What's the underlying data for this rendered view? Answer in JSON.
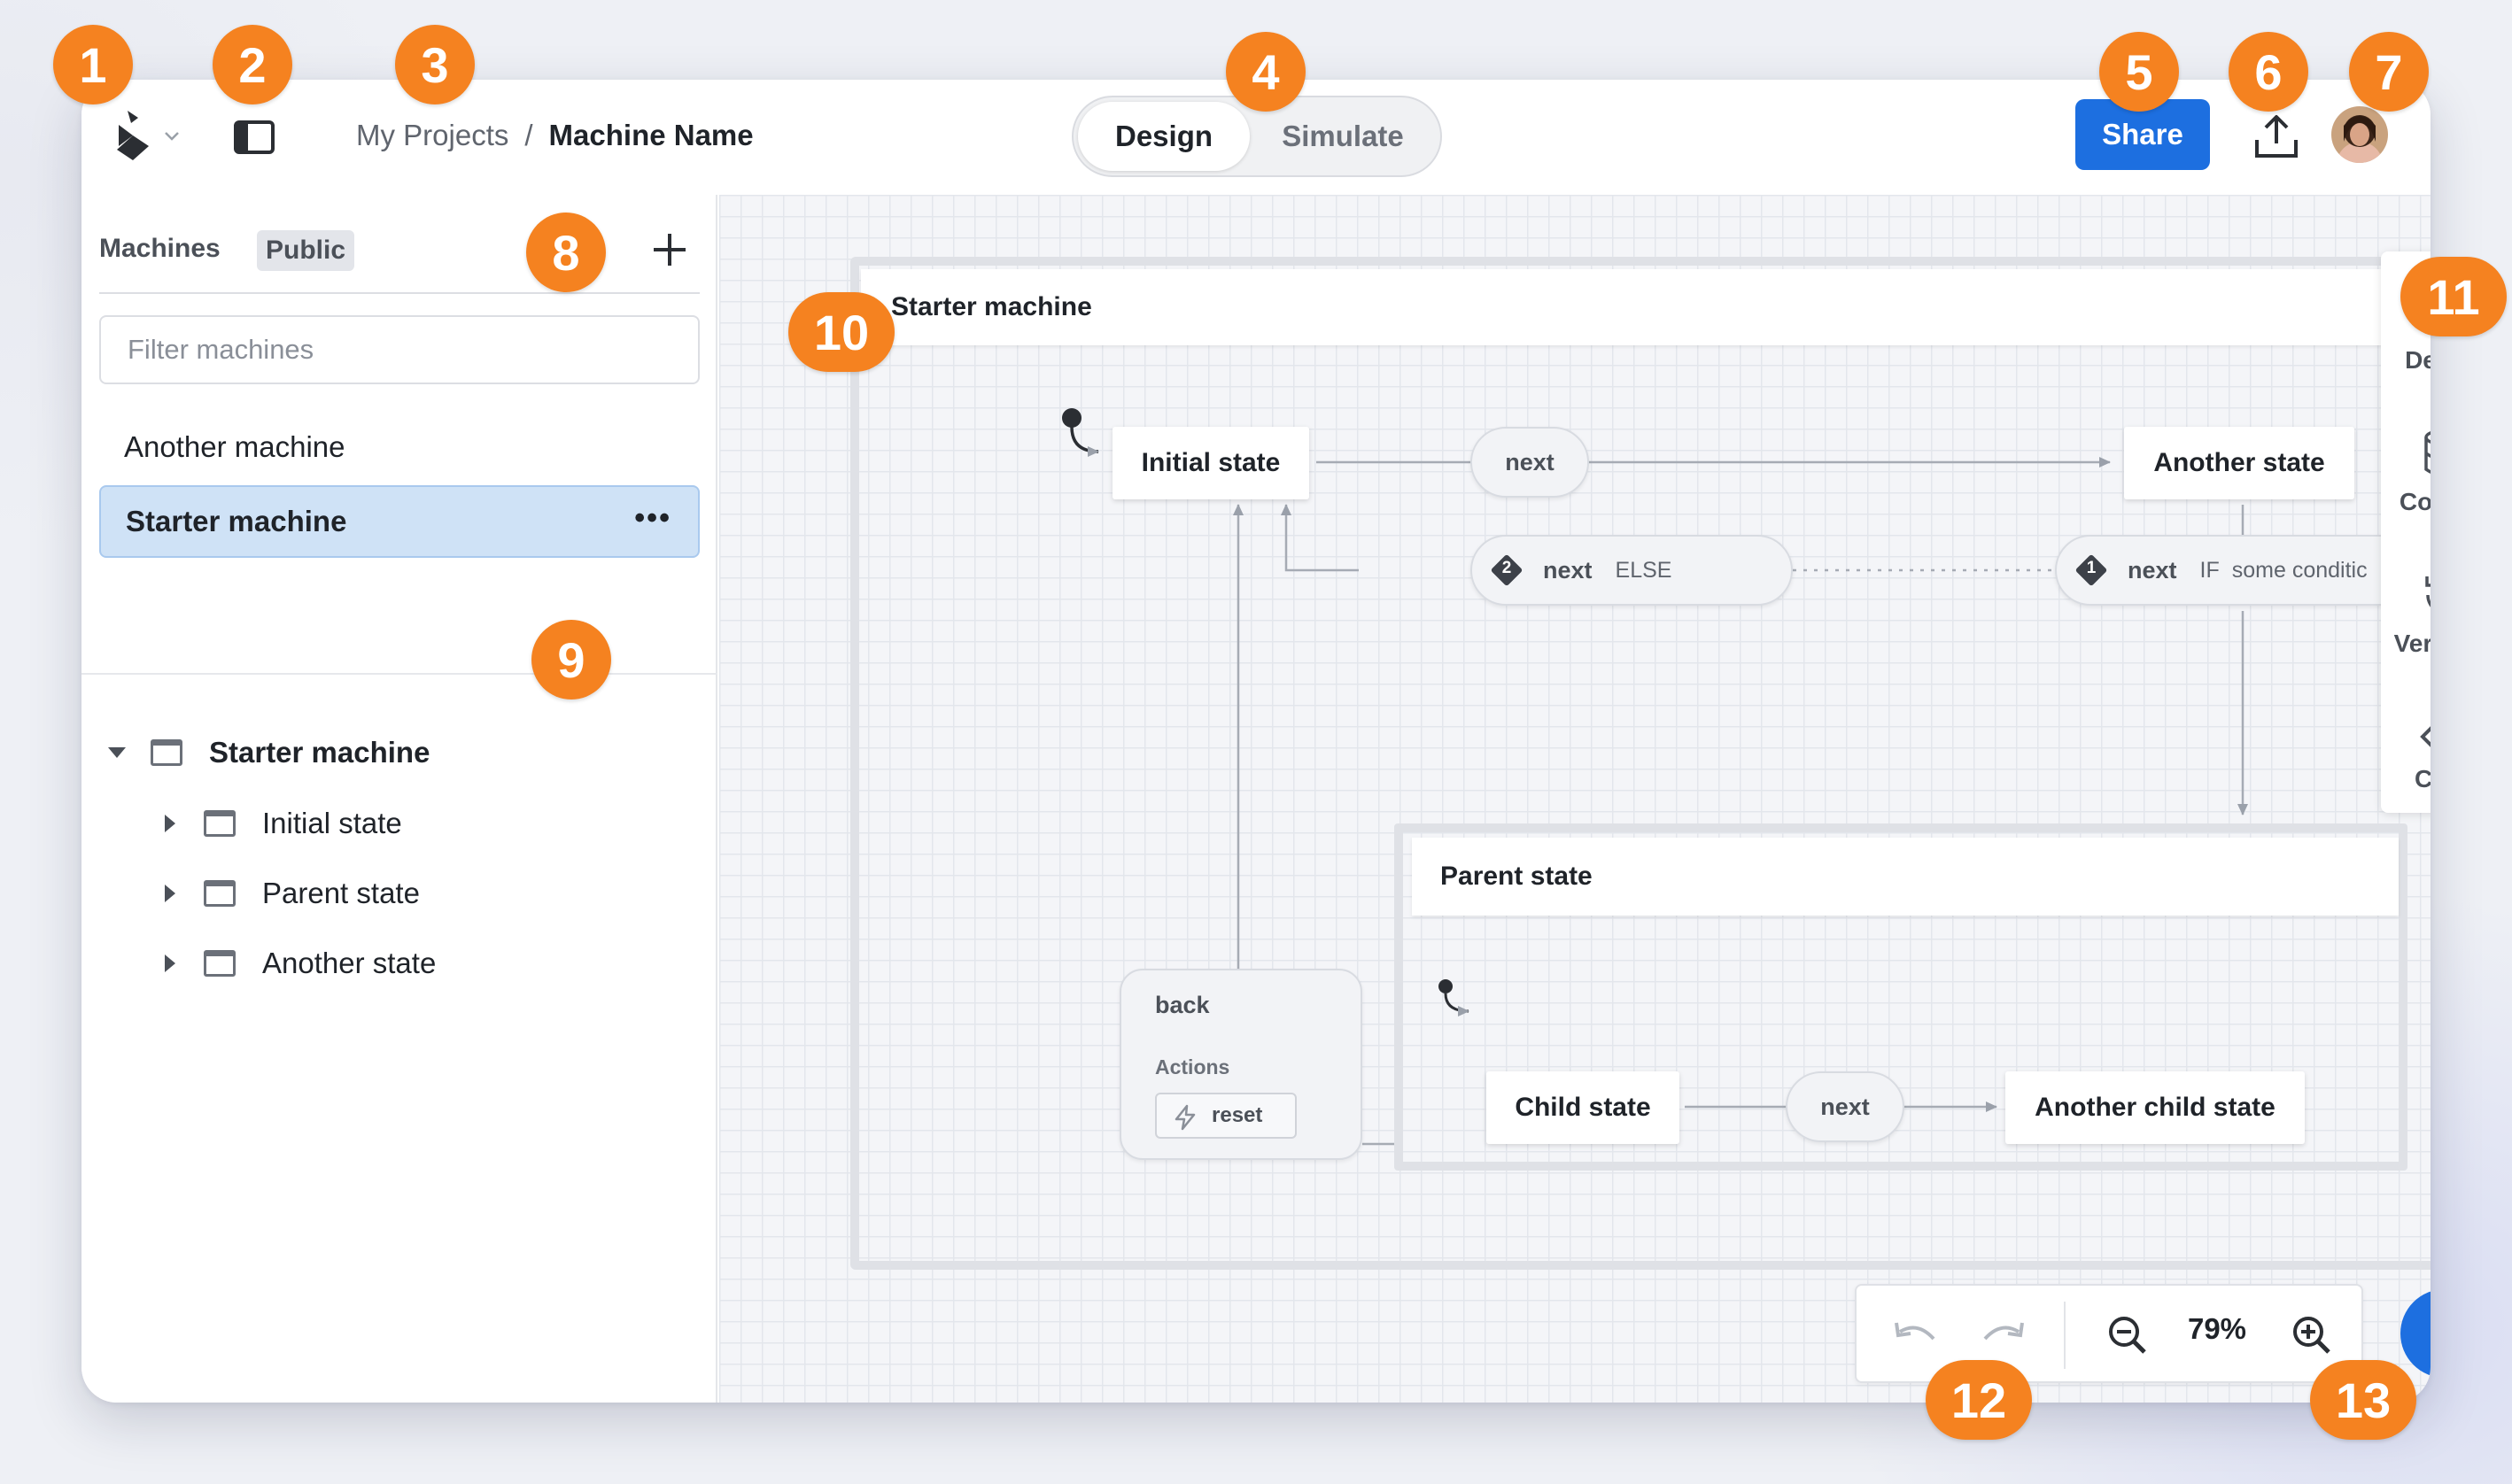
{
  "header": {
    "breadcrumb_root": "My Projects",
    "breadcrumb_separator": "/",
    "breadcrumb_current": "Machine Name",
    "mode_tabs": [
      {
        "label": "Design",
        "active": true
      },
      {
        "label": "Simulate",
        "active": false
      }
    ],
    "share_label": "Share",
    "logo_icon": "stately-logo-icon",
    "export_icon": "upload-icon"
  },
  "sidebar": {
    "title": "Machines",
    "badge": "Public",
    "filter_placeholder": "Filter machines",
    "machines": [
      {
        "label": "Another machine",
        "selected": false
      },
      {
        "label": "Starter machine",
        "selected": true
      }
    ],
    "menu_dots": "•••",
    "tree": {
      "root": "Starter machine",
      "children": [
        "Initial state",
        "Parent state",
        "Another state"
      ]
    }
  },
  "canvas": {
    "machine_title": "Starter machine",
    "states": {
      "initial": "Initial state",
      "another": "Another state",
      "parent": "Parent state",
      "child": "Child state",
      "another_child": "Another child state"
    },
    "events": {
      "next_top": "next",
      "guard2_num": "2",
      "guard2_event": "next",
      "guard2_kw": "ELSE",
      "guard1_num": "1",
      "guard1_event": "next",
      "guard1_kw": "IF",
      "guard1_cond": "some conditic",
      "child_next": "next",
      "back_event": "back",
      "back_actions_label": "Actions",
      "back_action": "reset"
    }
  },
  "right_panel": {
    "items": [
      {
        "label": "Details",
        "icon": "info-icon"
      },
      {
        "label": "Context",
        "icon": "database-icon"
      },
      {
        "label": "Versions",
        "icon": "history-icon"
      },
      {
        "label": "Code",
        "icon": "code-icon"
      }
    ]
  },
  "toolbar": {
    "zoom": "79%",
    "help": "?"
  },
  "callouts": [
    "1",
    "2",
    "3",
    "4",
    "5",
    "6",
    "7",
    "8",
    "9",
    "10",
    "11",
    "12",
    "13"
  ],
  "colors": {
    "accent": "#1d6fe0",
    "callout": "#f58220",
    "selected_bg": "#cfe2f6"
  }
}
